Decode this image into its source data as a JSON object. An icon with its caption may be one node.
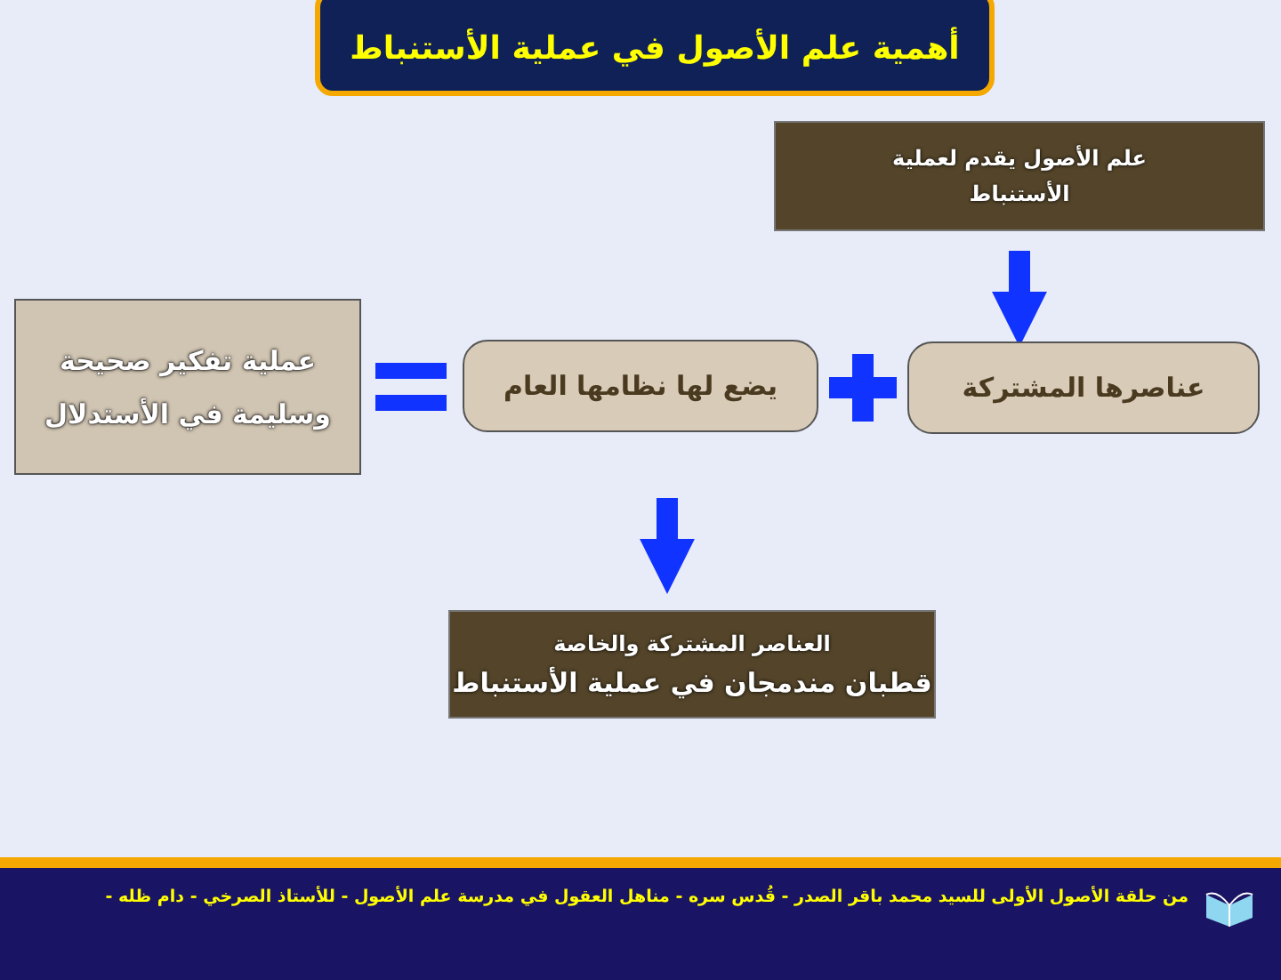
{
  "diagram": {
    "title": "أهمية علم الأصول في عملية الأستنباط",
    "nodes": [
      {
        "text": [
          "علم الأصول يقدم لعملية الأستنباط"
        ]
      },
      {
        "text": [
          "عناصرها المشتركة"
        ]
      },
      {
        "text": [
          "يضع لها نظامها العام"
        ]
      },
      {
        "text": [
          "عملية تفكير صحيحة وسليمة في الأستدلال"
        ]
      },
      {
        "text": [
          "العناصر المشتركة والخاصة",
          "قطبان مندمجان في عملية الأستنباط"
        ]
      }
    ],
    "edges": [
      {
        "from": 0,
        "to": 1,
        "arrow": "to"
      },
      {
        "from": null,
        "to": 4,
        "arrow": "to"
      }
    ],
    "caption": "من حلقة الأصول الأولى للسيد محمد باقر الصدر - قُدس سره - مناهل العقول في مدرسة علم الأصول - للأستاذ الصرخي - دام ظله -"
  }
}
